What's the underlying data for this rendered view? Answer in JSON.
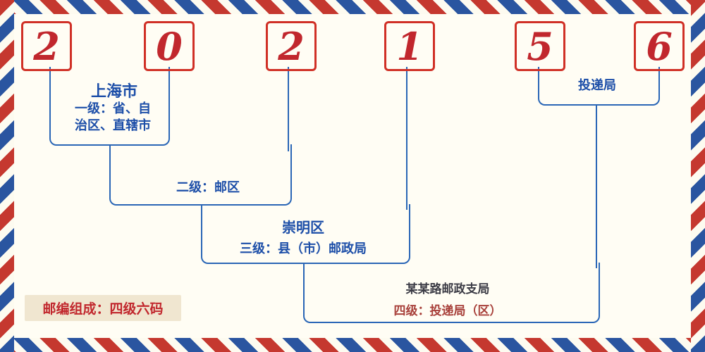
{
  "postal_code": {
    "digits": [
      "2",
      "0",
      "2",
      "1",
      "5",
      "6"
    ]
  },
  "labels": {
    "level1_city": "上海市",
    "level1_desc": "一级：省、自\n治区、直辖市",
    "level2_desc": "二级：邮区",
    "level3_district": "崇明区",
    "level3_desc": "三级：县（市）邮政局",
    "level4_office": "投递局",
    "level4_suboffice": "某某路邮政支局",
    "level4_desc": "四级：投递局（区）",
    "composition_note": "邮编组成：四级六码"
  },
  "colors": {
    "digit_red": "#c1272d",
    "digit_box_border": "#d03026",
    "connector_blue": "#2a66b6",
    "label_blue": "#1c4ea8",
    "suboffice_dark": "#3c3c46",
    "level4_desc_red": "#a8403a",
    "note_text_red": "#c1272d",
    "note_bg_beige": "#f0e6d0",
    "page_bg": "#fffdf4",
    "stripe_red": "#c5382f",
    "stripe_blue": "#2a55a0"
  }
}
